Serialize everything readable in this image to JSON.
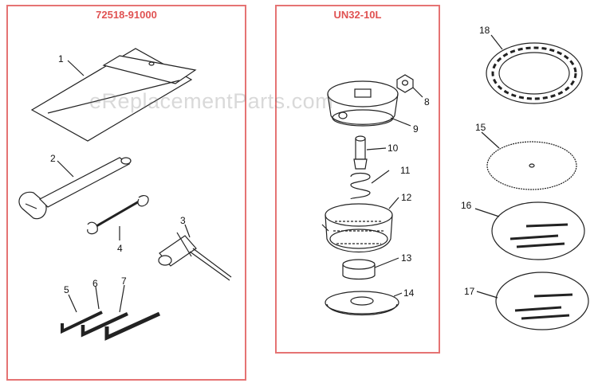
{
  "panels": {
    "left_title": "72518-91000",
    "mid_title": "UN32-10L"
  },
  "watermark": "eReplacementParts.com",
  "callouts": {
    "c1": "1",
    "c2": "2",
    "c3": "3",
    "c4": "4",
    "c5": "5",
    "c6": "6",
    "c7": "7",
    "c8": "8",
    "c9": "9",
    "c10": "10",
    "c11": "11",
    "c12": "12",
    "c13": "13",
    "c14": "14",
    "c15": "15",
    "c16": "16",
    "c17": "17",
    "c18": "18"
  },
  "colors": {
    "panel_border": "#e57373",
    "title": "#e05252",
    "line": "#222222"
  }
}
